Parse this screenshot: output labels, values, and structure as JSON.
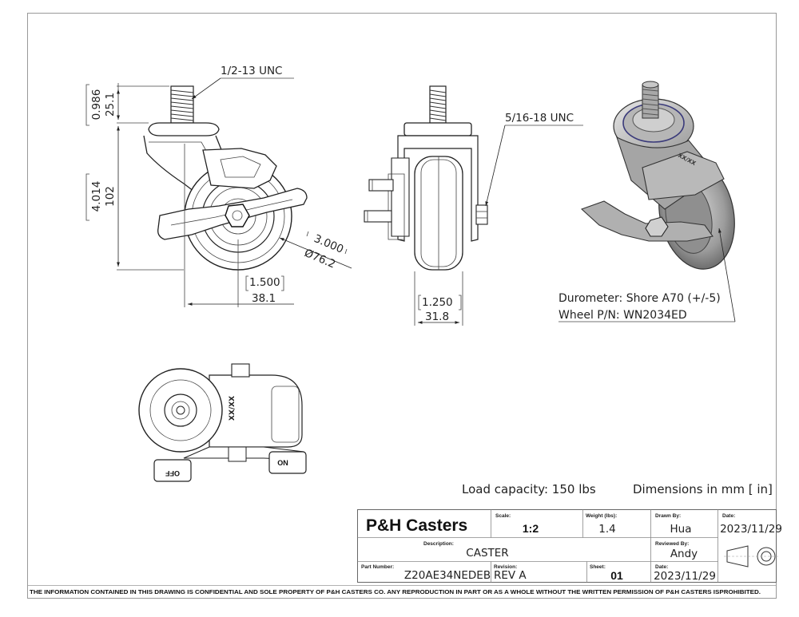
{
  "front_view": {
    "thread_label": "1/2-13 UNC",
    "stem_height_in": "0.986",
    "stem_height_mm": "25.1",
    "overall_height_in": "4.014",
    "overall_height_mm": "102",
    "wheel_dia_in": "3.000",
    "wheel_dia_mm": "Ø76.2",
    "offset_in": "1.500",
    "offset_mm": "38.1"
  },
  "side_view": {
    "thread_label": "5/16-18 UNC",
    "width_in": "1.250",
    "width_mm": "31.8"
  },
  "iso_view": {
    "durometer": "Durometer: Shore A70 (+/-5)",
    "wheel_pn": "Wheel P/N: WN2034ED",
    "wheel_mark": "XX/XX"
  },
  "bottom_view": {
    "wheel_mark": "XX/XX",
    "pedal_off": "OFF",
    "pedal_on": "ON"
  },
  "notes": {
    "load_capacity": "Load capacity: 150 lbs",
    "units": "Dimensions in mm [ in]"
  },
  "title_block": {
    "company": "P&H Casters",
    "scale_label": "Scale:",
    "scale": "1:2",
    "weight_label": "Weight (lbs):",
    "weight": "1.4",
    "drawn_by_label": "Drawn By:",
    "drawn_by": "Hua",
    "date_label": "Date:",
    "drawn_date": "2023/11/29",
    "description_label": "Description:",
    "description": "CASTER",
    "reviewed_by_label": "Reviewed By:",
    "reviewed_by": "Andy",
    "part_number_label": "Part Number:",
    "part_number": "Z20AE34NEDEB",
    "revision_label": "Revision:",
    "revision": "REV A",
    "sheet_label": "Sheet:",
    "sheet": "01",
    "date2_label": "Date:",
    "reviewed_date": "2023/11/29"
  },
  "footer": "THE INFORMATION CONTAINED IN THIS DRAWING IS CONFIDENTIAL AND SOLE PROPERTY OF P&H CASTERS CO.  ANY REPRODUCTION IN PART OR AS A WHOLE WITHOUT THE WRITTEN PERMISSION OF P&H CASTERS ISPROHIBITED."
}
